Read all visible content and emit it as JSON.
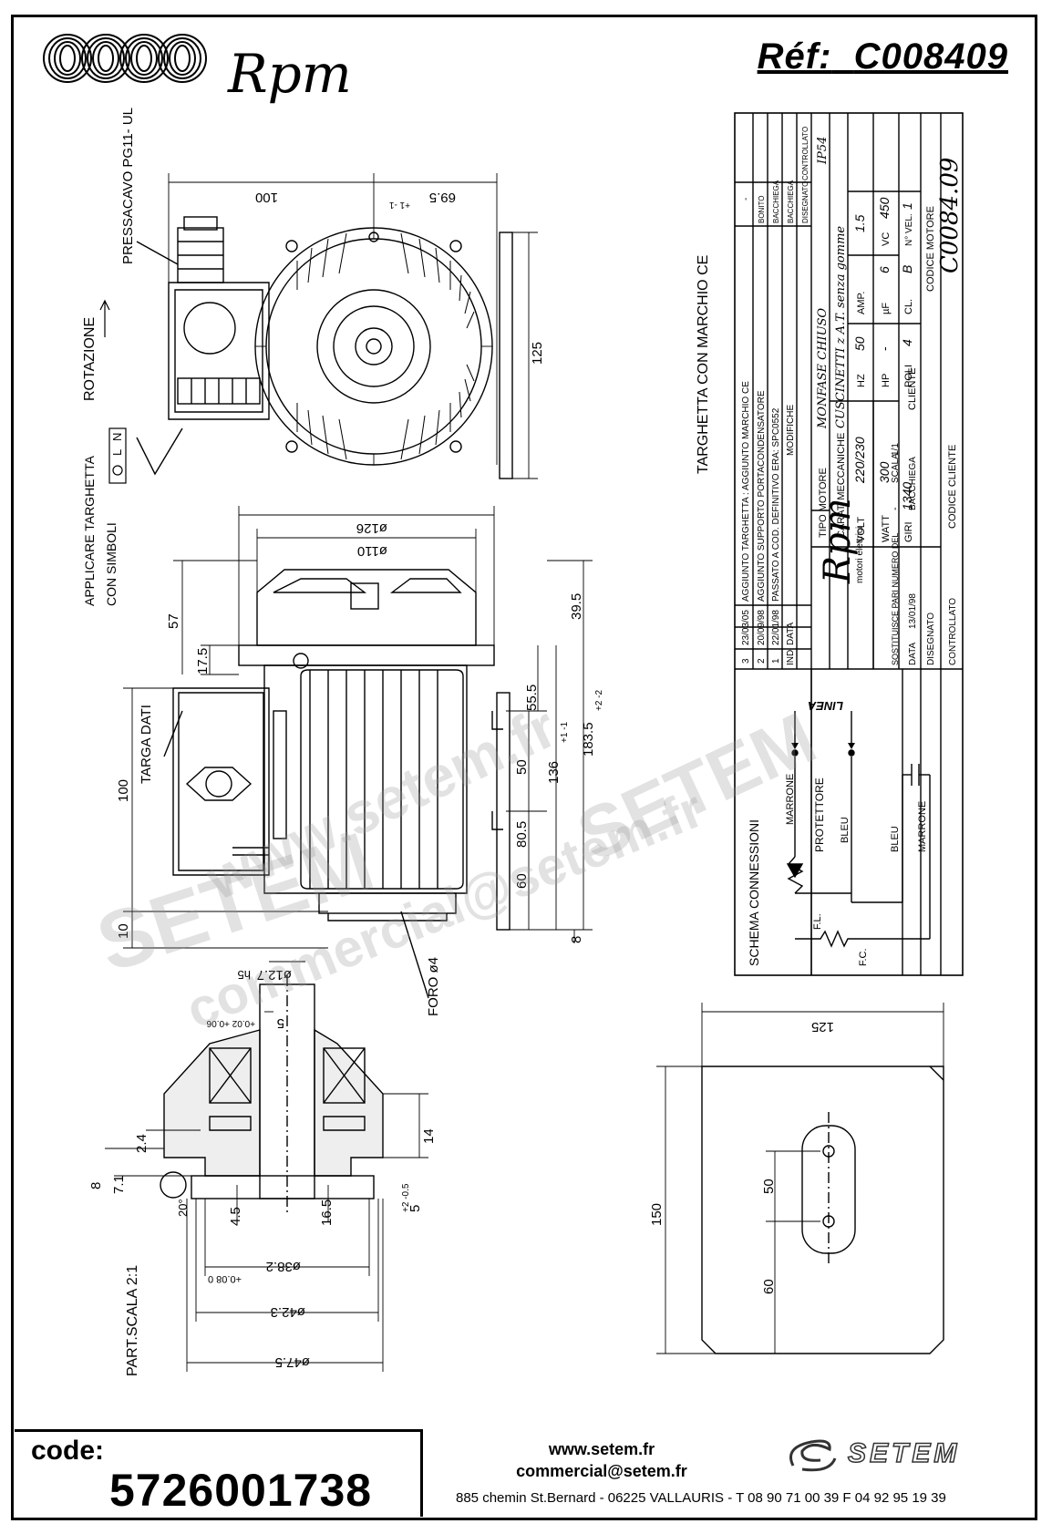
{
  "header": {
    "brand": "Rpm",
    "reference_label": "Réf:",
    "reference_value": "C008409"
  },
  "drawing": {
    "labels": {
      "cable_gland": "PRESSACAVO PG11- UL",
      "rotation": "ROTAZIONE",
      "apply_plate": "APPLICARE TARGHETTA",
      "with_symbols": "CON SIMBOLI",
      "ce_plate": "TARGHETTA CON MARCHIO CE",
      "data_plate": "TARGA DATI",
      "hole": "FORO ø4",
      "detail_scale": "PART.SCALA 2:1",
      "symbol_l": "L",
      "symbol_n": "N"
    },
    "dimensions": {
      "d100_top": "100",
      "d69_5": "69.5",
      "tol_69_5": "+1 -1",
      "d125_side": "125",
      "d126": "ø126",
      "d110": "ø110",
      "d57": "57",
      "d17_5": "17.5",
      "d39_5": "39.5",
      "d55_5": "55.5",
      "d50": "50",
      "d136": "136",
      "tol_136": "+1 -1",
      "d183_5": "183.5",
      "tol_183_5": "+2 -2",
      "d80_5": "80.5",
      "d60": "60",
      "d100_left": "100",
      "d10": "10",
      "d8": "8",
      "d12_7": "ø12.7",
      "h5": "h5",
      "d5_top": "5",
      "tol_5_top": "+0.02 +0.06",
      "d2_4": "2.4",
      "d8_detail": "8",
      "d7_1": "7.1",
      "d14": "14",
      "d4_5": "4.5",
      "d16_5": "16.5",
      "d5_bottom": "5",
      "tol_5_bottom": "+2 -0.5",
      "d20deg": "20°",
      "d38_2": "ø38.2",
      "tol_38_2": "+0.08 0",
      "d42_3": "ø42.3",
      "d47_5": "ø47.5",
      "plate_125": "125",
      "plate_150": "150",
      "plate_50": "50",
      "plate_60": "60"
    }
  },
  "title_block": {
    "revisions": [
      {
        "ind": "3",
        "date": "23/03/05",
        "change": "AGGIUNTO TARGHETTA : AGGIUNTO MARCHIO CE"
      },
      {
        "ind": "2",
        "date": "20/09/98",
        "change": "AGGIUNTO SUPPORTO PORTACONDENSATORE"
      },
      {
        "ind": "1",
        "date": "22/01/98",
        "change": "PASSATO A COD. DEFINITIVO ERA: SPC0552"
      }
    ],
    "rev_headers": {
      "ind": "IND",
      "date": "DATA",
      "change": "MODIFICHE",
      "drawn": "DISEGNATO",
      "checked": "CONTROLLATO"
    },
    "rev_signatures": [
      "BONITO",
      "BACCHIEGA",
      "BACCHIEGA"
    ],
    "rev_dash": "-",
    "brand": "Rpm",
    "brand_sub": "motori elettrici",
    "motor_type_label": "TIPO MOTORE",
    "motor_type_value": "MONFASE CHIUSO",
    "protection": "IP54",
    "mech_label": "CARAT. MECCANICHE",
    "mech_value": "CUSCINETTI z A.T. senza gomme",
    "fields": [
      {
        "label": "VOLT",
        "value": "220/230"
      },
      {
        "label": "HZ",
        "value": "50"
      },
      {
        "label": "AMP.",
        "value": "1.5"
      },
      {
        "label": "WATT",
        "value": "300"
      },
      {
        "label": "HP",
        "value": "-"
      },
      {
        "label": "µF",
        "value": "6"
      },
      {
        "label": "VC",
        "value": "450"
      },
      {
        "label": "GIRI",
        "value": "1340"
      },
      {
        "label": "POLI",
        "value": "4"
      },
      {
        "label": "CL.",
        "value": "B"
      },
      {
        "label": "N° VEL.",
        "value": "1"
      }
    ],
    "client_label": "CLIENTE",
    "motor_code_label": "CODICE MOTORE",
    "motor_code_value": "C0084.09",
    "client_code_label": "CODICE CLIENTE",
    "replaces_label": "SOSTITUISCE PARI NUMERO DEL",
    "replaces_value": "-",
    "scale_label": "SCALA",
    "scale_value": "1/1",
    "date_label": "DATA",
    "date_value": "13/01/98",
    "drawn_label": "DISEGNATO",
    "drawn_value": "BACCHIEGA",
    "checked_label": "CONTROLLATO"
  },
  "wiring": {
    "title": "SCHEMA CONNESSIONI",
    "line": "LINEA",
    "protector": "PROTETTORE",
    "wires": [
      "MARRONE",
      "BLEU",
      "BLEU",
      "MARRONE"
    ],
    "fl": "F.L.",
    "fc": "F.C."
  },
  "footer": {
    "code_label": "code:",
    "code_value": "5726001738",
    "website": "www.setem.fr",
    "email": "commercial@setem.fr",
    "address": "885 chemin St.Bernard  -  06225 VALLAURIS  -  T 08 90 71 00 39   F 04 92 95 19 39",
    "company_logo": "SETEM"
  },
  "watermarks": [
    "www.setem.fr",
    "SETEM",
    "commercial@setem.fr",
    "SETEM"
  ]
}
